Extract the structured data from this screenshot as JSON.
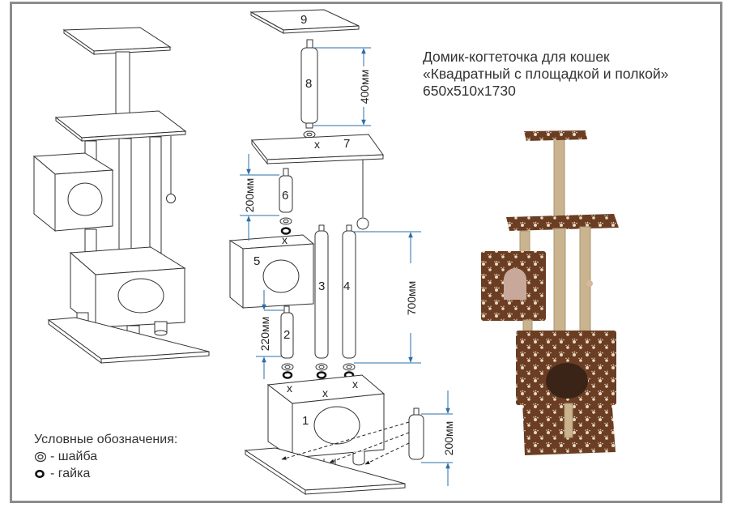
{
  "title": {
    "line1": "Домик-когтеточка для кошек",
    "line2": "«Квадратный с площадкой и полкой»",
    "line3": "650x510x1730"
  },
  "legend": {
    "heading": "Условные обозначения:",
    "items": [
      {
        "icon": "washer-icon",
        "label": "- шайба"
      },
      {
        "icon": "nut-icon",
        "label": "- гайка"
      }
    ]
  },
  "parts": {
    "p1": "1",
    "p2": "2",
    "p3": "3",
    "p4": "4",
    "p5": "5",
    "p6": "6",
    "p7": "7",
    "p8": "8",
    "p9": "9"
  },
  "marks": {
    "x": "x"
  },
  "dimensions": {
    "d400": "400мм",
    "d200_top": "200мм",
    "d220": "220мм",
    "d700": "700мм",
    "d200_leg": "200мм"
  },
  "colors": {
    "frame": "#8c8c8c",
    "dimension_line": "#2a6fa8",
    "outline": "#333333",
    "fur": "#6b3d22",
    "sisal": "#c9b48f"
  }
}
